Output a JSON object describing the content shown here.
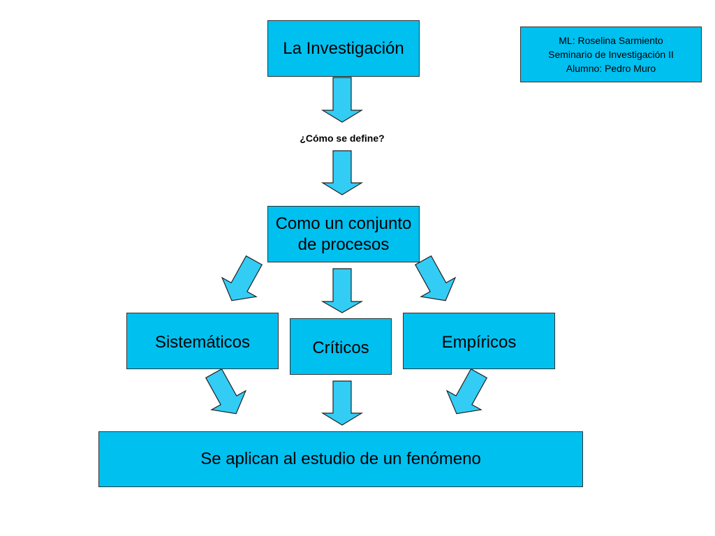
{
  "colors": {
    "box_fill": "#00c0f0",
    "arrow_fill": "#33ccf5",
    "border": "#333333"
  },
  "title_box": "La Investigación",
  "credits": {
    "line1": "ML: Roselina Sarmiento",
    "line2": "Seminario de Investigación II",
    "line3": "Alumno: Pedro Muro"
  },
  "question": "¿Cómo se define?",
  "definition_box": {
    "line1": "Como un conjunto",
    "line2": "de procesos"
  },
  "categories": {
    "left": "Sistemáticos",
    "center": "Críticos",
    "right": "Empíricos"
  },
  "conclusion_box": "Se aplican al estudio de un fenómeno",
  "icons": [
    "down-arrow-icon",
    "diagonal-arrow-icon"
  ]
}
